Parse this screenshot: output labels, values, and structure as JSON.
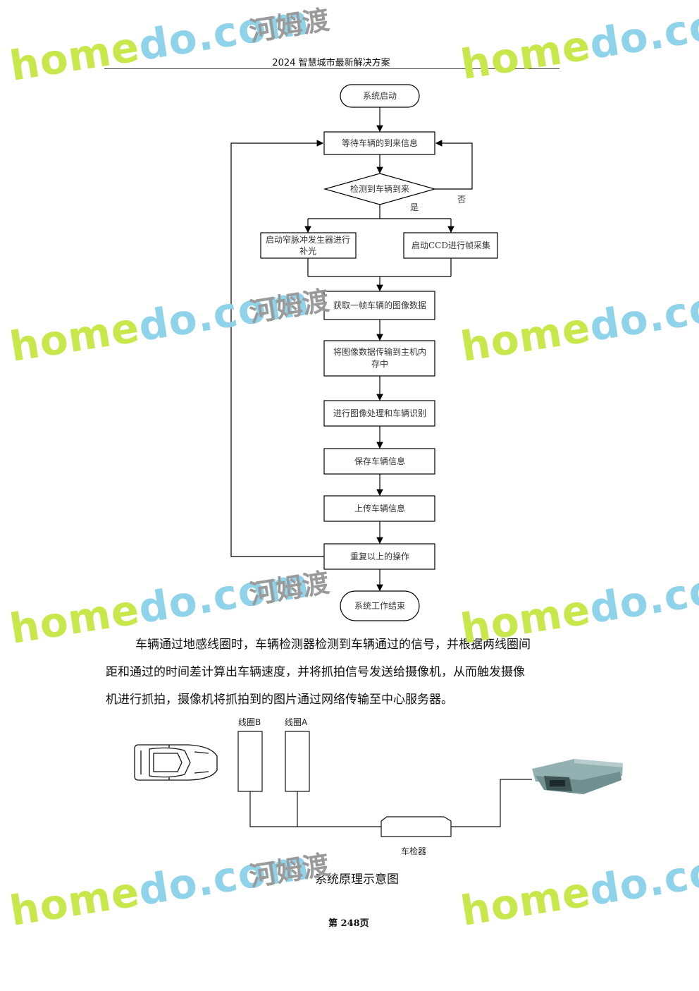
{
  "header": {
    "title": "2024 智慧城市最新解决方案"
  },
  "flowchart": {
    "start": "系统启动",
    "wait": "等待车辆的到来信息",
    "detect": "检测到车辆到来",
    "no_label": "否",
    "yes_label": "是",
    "pulse_line1": "启动窄脉冲发生器进行",
    "pulse_line2": "补光",
    "ccd": "启动CCD进行帧采集",
    "acquire": "获取一帧车辆的图像数据",
    "transfer_line1": "将图像数据传输到主机内",
    "transfer_line2": "存中",
    "process": "进行图像处理和车辆识别",
    "save": "保存车辆信息",
    "upload": "上传车辆信息",
    "repeat": "重复以上的操作",
    "end": "系统工作结束"
  },
  "paragraph": {
    "line1": "车辆通过地感线圈时，车辆检测器检测到车辆通过的信号，并根据两线圈间",
    "line2": "距和通过的时间差计算出车辆速度，并将抓拍信号发送给摄像机，从而触发摄像",
    "line3": "机进行抓拍，摄像机将抓拍到的图片通过网络传输至中心服务器。"
  },
  "diagram": {
    "coil_b": "线圈B",
    "coil_a": "线圈A",
    "detector": "车检器"
  },
  "caption": "系统原理示意图",
  "footer": {
    "page": "第 248页"
  },
  "watermark": {
    "brand_a": "home",
    "brand_b": "do",
    "brand_c": ".com",
    "brand_cn": "河姆渡"
  },
  "colors": {
    "watermark_green": "#c7e74a",
    "watermark_blue": "#8fd3ea"
  }
}
